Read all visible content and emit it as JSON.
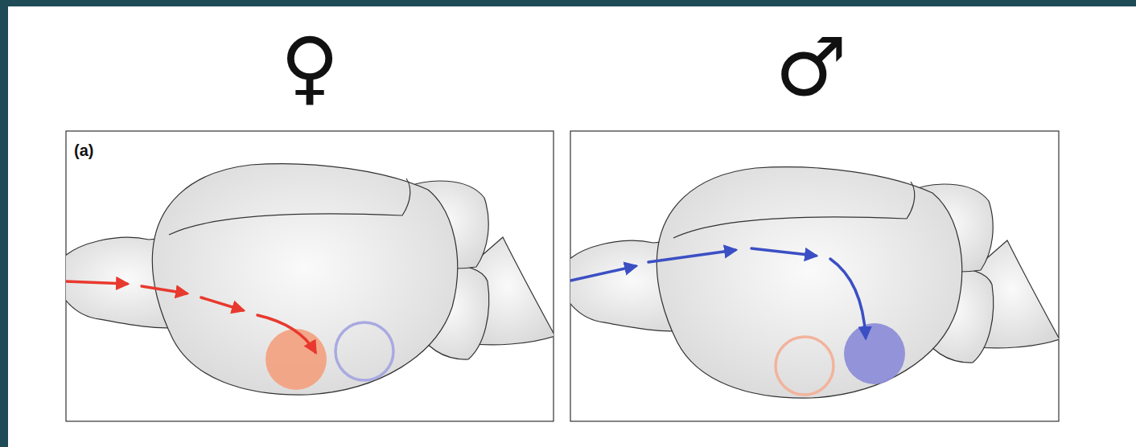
{
  "diagram": {
    "labels": [
      "♀",
      "♂",
      "(a)"
    ]
  }
}
